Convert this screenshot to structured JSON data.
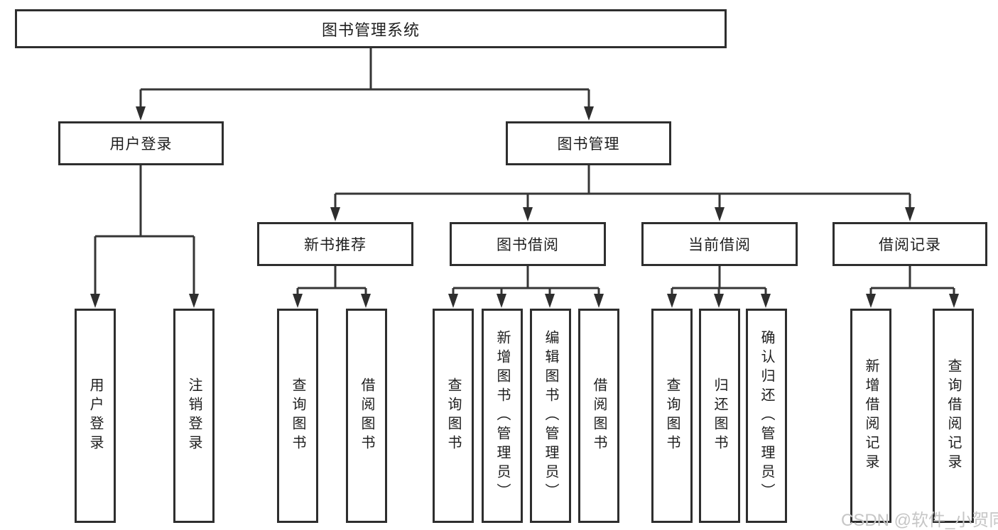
{
  "diagram": {
    "root": {
      "label": "图书管理系统"
    },
    "branches": [
      {
        "label": "用户登录",
        "children": [
          "用户登录",
          "注销登录"
        ]
      },
      {
        "label": "图书管理",
        "children": [
          {
            "label": "新书推荐",
            "children": [
              "查询图书",
              "借阅图书"
            ]
          },
          {
            "label": "图书借阅",
            "children": [
              "查询图书",
              "新增图书（管理员）",
              "编辑图书（管理员）",
              "借阅图书"
            ]
          },
          {
            "label": "当前借阅",
            "children": [
              "查询图书",
              "归还图书",
              "确认归还（管理员）"
            ]
          },
          {
            "label": "借阅记录",
            "children": [
              "新增借阅记录",
              "查询借阅记录"
            ]
          }
        ]
      }
    ],
    "watermark": "CSDN @软件_小贺同学"
  },
  "colors": {
    "background": "#ffffff",
    "box_border": "#2e2e2e",
    "line": "#363636",
    "text": "#1e1e1e",
    "watermark": "#c6c6c6"
  }
}
